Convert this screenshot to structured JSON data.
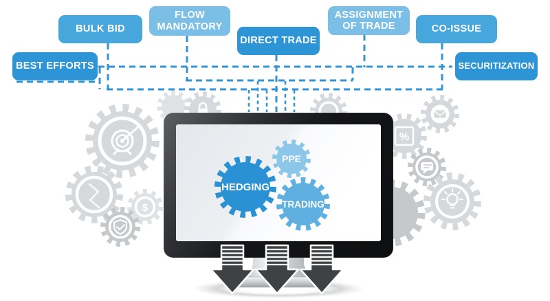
{
  "nodes": [
    {
      "label": "BULK BID",
      "color": "#47a7dc"
    },
    {
      "label": "FLOW MANDATORY",
      "color": "#7bbfe6"
    },
    {
      "label": "DIRECT TRADE",
      "color": "#2d94d5"
    },
    {
      "label": "ASSIGNMENT OF TRADE",
      "color": "#7bbfe6"
    },
    {
      "label": "CO-ISSUE",
      "color": "#47a7dc"
    },
    {
      "label": "BEST EFFORTS",
      "color": "#2d94d5"
    },
    {
      "label": "SECURITIZATION",
      "color": "#2d94d5"
    }
  ],
  "monitor": {
    "gears": [
      {
        "label": "HEDGING",
        "color": "#2b91d5"
      },
      {
        "label": "PPE",
        "color": "#8cc7ea"
      },
      {
        "label": "TRADING",
        "color": "#5fb0e0"
      }
    ]
  },
  "connectors": {
    "color": "#3095d8",
    "style": "dashed"
  },
  "glyphs": {
    "dollar": "$",
    "percent": "%"
  },
  "decor": {
    "gear_gray_light": "#d5d9dc",
    "gear_gray_lighter": "#dfe2e5",
    "gear_gray_dark": "#c5c9cc",
    "gear_icons": [
      "target-arrow",
      "zigzag-line",
      "dollar-sign",
      "shield-check",
      "lock",
      "percent-coupon",
      "envelope",
      "chat-bubble",
      "lightbulb"
    ]
  }
}
